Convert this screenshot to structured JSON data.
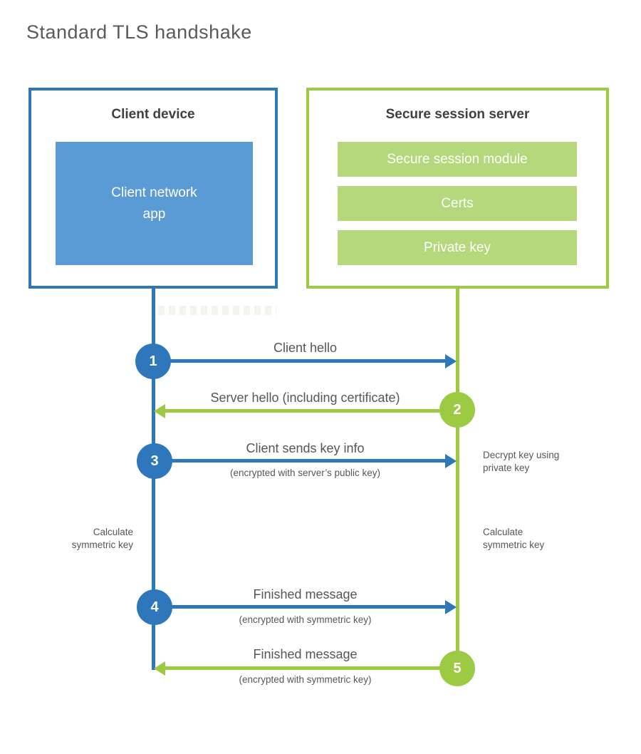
{
  "title": "Standard TLS handshake",
  "client": {
    "title": "Client device",
    "app_label": "Client network\napp"
  },
  "server": {
    "title": "Secure session server",
    "modules": [
      "Secure session module",
      "Certs",
      "Private key"
    ]
  },
  "steps": [
    {
      "num": "1",
      "label": "Client hello",
      "direction": "client-to-server"
    },
    {
      "num": "2",
      "label": "Server hello (including certificate)",
      "direction": "server-to-client"
    },
    {
      "num": "3",
      "label": "Client sends key info",
      "sub": "(encrypted with server’s public key)",
      "direction": "client-to-server"
    },
    {
      "num": "4",
      "label": "Finished message",
      "sub": "(encrypted with symmetric key)",
      "direction": "client-to-server"
    },
    {
      "num": "5",
      "label": "Finished message",
      "sub": "(encrypted with symmetric key)",
      "direction": "server-to-client"
    }
  ],
  "annotations": {
    "decrypt": "Decrypt key using\nprivate key",
    "calc_left": "Calculate\nsymmetric key",
    "calc_right": "Calculate\nsymmetric key"
  },
  "colors": {
    "blue": "#2e77bb",
    "blue_light": "#5b9bd5",
    "green": "#9cca43",
    "green_light": "#b5d87d",
    "text": "#55565a",
    "heading": "#3e3f43"
  }
}
